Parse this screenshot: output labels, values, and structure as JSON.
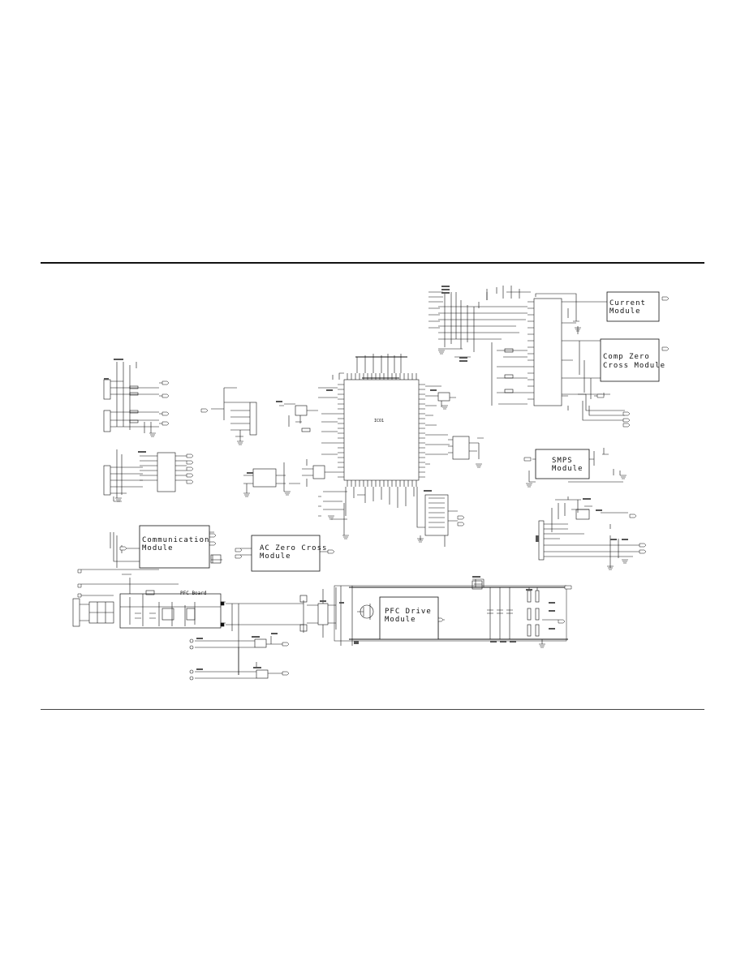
{
  "schematic": {
    "mcu_label": "ICO1",
    "modules": {
      "current": [
        "Current",
        "Module"
      ],
      "comp_zero_cross": [
        "Comp Zero",
        "Cross Module"
      ],
      "smps": [
        "SMPS",
        "Module"
      ],
      "communication": [
        "Communication",
        "Module"
      ],
      "ac_zero_cross": [
        "AC Zero Cross",
        "Module"
      ],
      "pfc_drive": [
        "PFC Drive",
        "Module"
      ]
    },
    "board_label": "PFC Board"
  }
}
